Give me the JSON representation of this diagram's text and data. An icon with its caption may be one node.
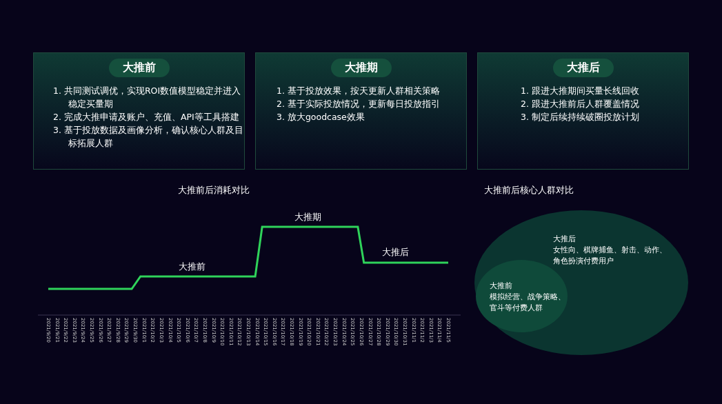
{
  "diagram": {
    "nodes": [
      {
        "text": [
          "大推前",
          "1. 共同测试调优，实现ROI数值模型稳定并进入稳定买量期",
          "2. 完成大推申请及账户、充值、API等工具搭建",
          "3. 基于投放数据及画像分析，确认核心人群及目标拓展人群"
        ]
      },
      {
        "text": [
          "大推期",
          "1. 基于投放效果，按天更新人群相关策略",
          "2. 基于实际投放情况，更新每日投放指引",
          "3. 放大goodcase效果"
        ]
      },
      {
        "text": [
          "大推后",
          "1. 跟进大推期间买量长线回收",
          "2. 跟进大推前后人群覆盖情况",
          "3. 制定后续持续破圈投放计划"
        ]
      },
      {
        "text": [
          "大推后",
          "女性向、棋牌捕鱼、射击、动作、角色扮演付费用户"
        ]
      },
      {
        "text": [
          "大推前",
          "模拟经营、战争策略、官斗等付费人群"
        ],
        "in": 3
      }
    ],
    "edges": [],
    "labels": [
      "大推前后消耗对比",
      "大推前后核心人群对比",
      "大推期",
      "大推后",
      "大推前",
      "2021/9/20",
      "2021/9/21",
      "2021/9/22",
      "2021/9/23",
      "2021/9/24",
      "2021/9/25",
      "2021/9/26",
      "2021/9/27",
      "2021/9/28",
      "2021/9/29",
      "2021/9/30",
      "2021/10/1",
      "2021/10/2",
      "2021/10/3",
      "2021/10/4",
      "2021/10/5",
      "2021/10/6",
      "2021/10/7",
      "2021/10/8",
      "2021/10/9",
      "2021/10/10",
      "2021/10/11",
      "2021/10/12",
      "2021/10/13",
      "2021/10/14",
      "2021/10/15",
      "2021/10/16",
      "2021/10/17",
      "2021/10/18",
      "2021/10/19",
      "2021/10/20",
      "2021/10/21",
      "2021/10/22",
      "2021/10/23",
      "2021/10/24",
      "2021/10/25",
      "2021/10/26",
      "2021/10/27",
      "2021/10/28",
      "2021/10/29",
      "2021/10/30",
      "2021/10/31",
      "2021/11/1",
      "2021/11/2",
      "2021/11/3",
      "2021/11/4",
      "2021/11/5"
    ]
  }
}
